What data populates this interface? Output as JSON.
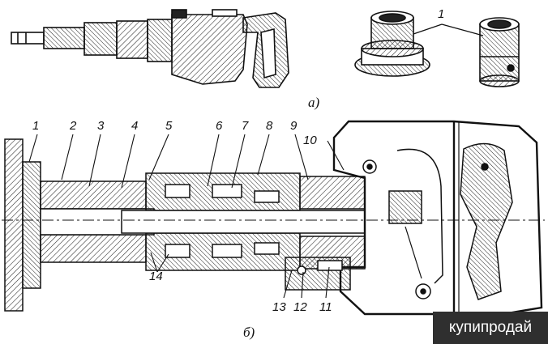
{
  "captions": {
    "a": "а)",
    "b": "б)"
  },
  "top_labels": [
    "1"
  ],
  "bottom_labels": [
    "1",
    "2",
    "3",
    "4",
    "5",
    "6",
    "7",
    "8",
    "9",
    "10",
    "14",
    "13",
    "12",
    "11"
  ],
  "watermark": "купипродай"
}
